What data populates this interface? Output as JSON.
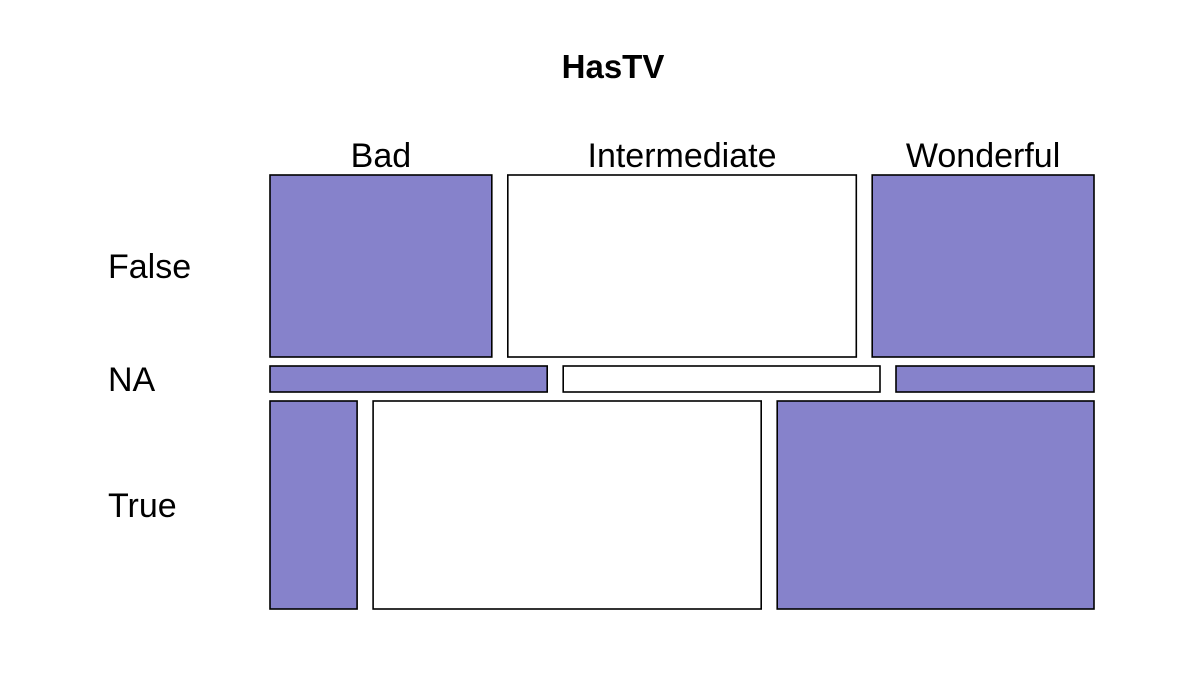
{
  "chart_data": {
    "type": "mosaic",
    "title": "HasTV",
    "column_variable_levels": [
      "Bad",
      "Intermediate",
      "Wonderful"
    ],
    "row_variable_levels": [
      "False",
      "NA",
      "True"
    ],
    "row_proportions": [
      0.42,
      0.06,
      0.48
    ],
    "cells": [
      {
        "row": "False",
        "column": "Bad",
        "proportion_within_row": 0.28,
        "shaded": true
      },
      {
        "row": "False",
        "column": "Intermediate",
        "proportion_within_row": 0.44,
        "shaded": false
      },
      {
        "row": "False",
        "column": "Wonderful",
        "proportion_within_row": 0.28,
        "shaded": true
      },
      {
        "row": "NA",
        "column": "Bad",
        "proportion_within_row": 0.35,
        "shaded": true
      },
      {
        "row": "NA",
        "column": "Intermediate",
        "proportion_within_row": 0.4,
        "shaded": false
      },
      {
        "row": "NA",
        "column": "Wonderful",
        "proportion_within_row": 0.25,
        "shaded": true
      },
      {
        "row": "True",
        "column": "Bad",
        "proportion_within_row": 0.11,
        "shaded": true
      },
      {
        "row": "True",
        "column": "Intermediate",
        "proportion_within_row": 0.49,
        "shaded": false
      },
      {
        "row": "True",
        "column": "Wonderful",
        "proportion_within_row": 0.4,
        "shaded": true
      }
    ],
    "colors": {
      "shaded": "#8682CB",
      "unshaded": "#FFFFFF",
      "border": "#000000"
    }
  }
}
